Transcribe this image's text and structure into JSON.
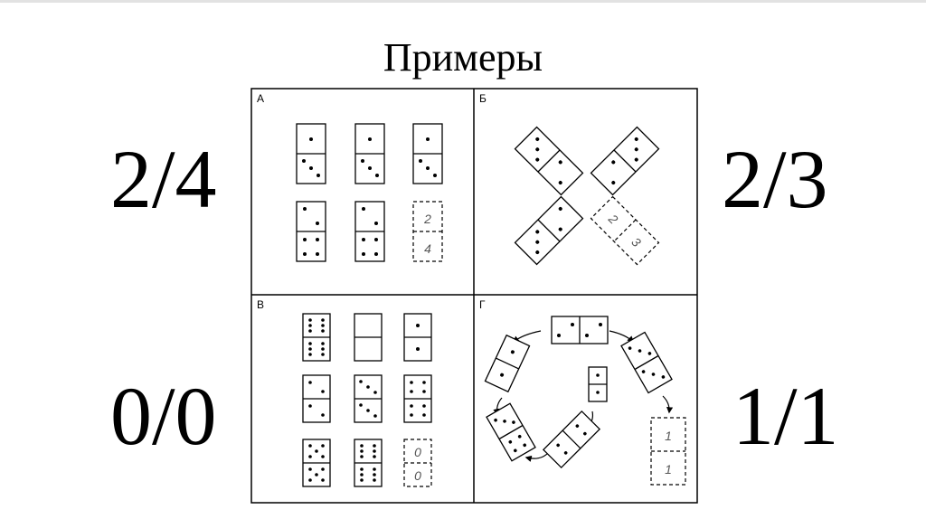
{
  "title": "Примеры",
  "answers": {
    "top_left": "2/4",
    "top_right": "2/3",
    "bottom_left": "0/0",
    "bottom_right": "1/1"
  },
  "panels": {
    "a": {
      "label": "А",
      "missing_top": "2",
      "missing_bottom": "4"
    },
    "b": {
      "label": "Б",
      "missing_top": "2",
      "missing_bottom": "3"
    },
    "v": {
      "label": "В",
      "missing_top": "0",
      "missing_bottom": "0"
    },
    "g": {
      "label": "Г",
      "missing_top": "1",
      "missing_bottom": "1"
    }
  }
}
